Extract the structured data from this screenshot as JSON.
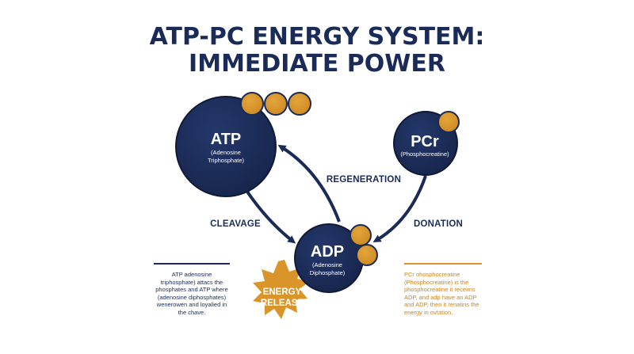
{
  "title": {
    "line1": "ATP-PC ENERGY SYSTEM:",
    "line2": "IMMEDIATE POWER"
  },
  "colors": {
    "navy": "#1a2b57",
    "gold": "#d9952a",
    "gold_text": "#c9861f",
    "white": "#ffffff"
  },
  "molecules": {
    "atp": {
      "symbol": "ATP",
      "name_line1": "(Adenosine",
      "name_line2": "Triphosphate)",
      "phosphate_count": 3
    },
    "pcr": {
      "symbol": "PCr",
      "name_line1": "(Phosphocreatine)",
      "phosphate_count": 1
    },
    "adp": {
      "symbol": "ADP",
      "name_line1": "(Adenosine",
      "name_line2": "Diphosphate)",
      "phosphate_count": 2
    }
  },
  "arrows": {
    "cleavage": "CLEAVAGE",
    "regeneration": "REGENERATION",
    "donation": "DONATION"
  },
  "energy_release": {
    "line1": "ENERGY",
    "line2": "RELEASE"
  },
  "notes": {
    "left": "ATP adenosine triphosphate) attacs the phosphates and ATP where (adenosine diphosphates) wenerowen and loyalied in the chave.",
    "right": "PCr ohosphocreatine (Phosphocreatine) is the phosphocreatine it receims ADP, and adp have an ADP and ADP, then it renatins the energy in ovtation."
  }
}
